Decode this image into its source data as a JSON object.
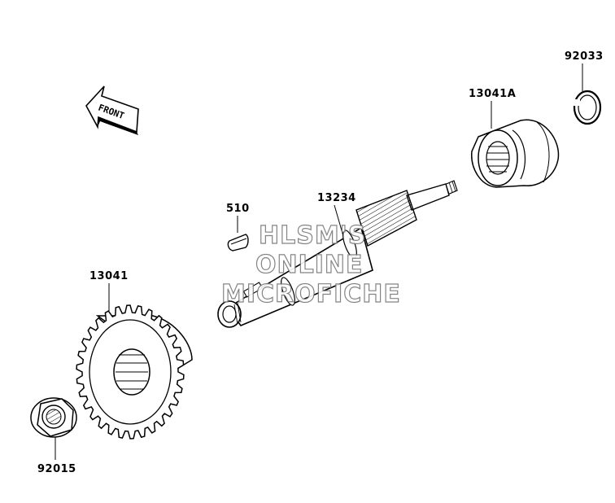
{
  "direction_indicator": {
    "label": "FRONT",
    "icon": "arrow-left-icon"
  },
  "watermark": {
    "line1": "HLSM'S",
    "line2": "ONLINE",
    "line3": "MICROFICHE"
  },
  "parts": [
    {
      "id": "92033",
      "label": "92033"
    },
    {
      "id": "13041A",
      "label": "13041A"
    },
    {
      "id": "13234",
      "label": "13234"
    },
    {
      "id": "510",
      "label": "510"
    },
    {
      "id": "13041",
      "label": "13041"
    },
    {
      "id": "92015",
      "label": "92015"
    }
  ]
}
